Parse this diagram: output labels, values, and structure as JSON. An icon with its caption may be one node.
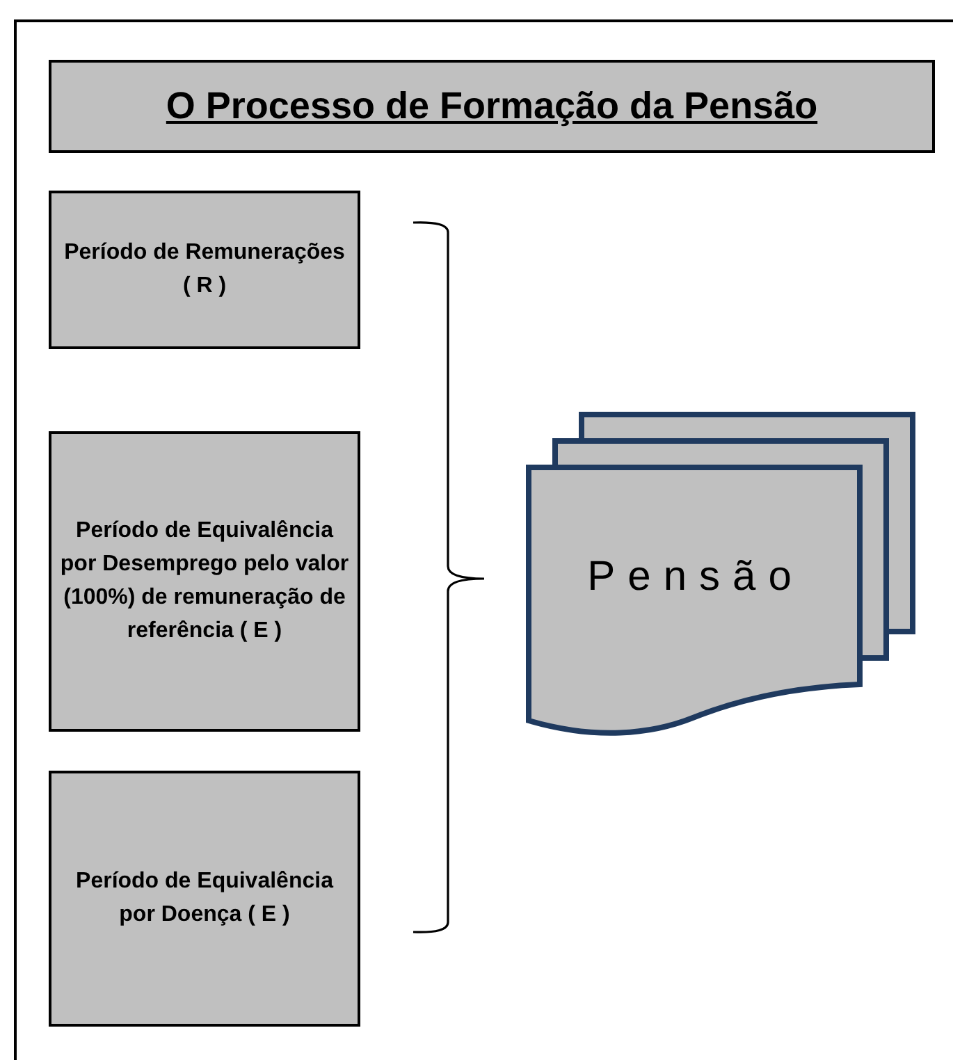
{
  "diagram": {
    "title": "O Processo de Formação da Pensão",
    "nodes": [
      {
        "text": [
          "Período de Remunerações ( R )"
        ]
      },
      {
        "text": [
          "Período de Equivalência por Desemprego pelo valor (100%) de remuneração de referência ( E )"
        ]
      },
      {
        "text": [
          "Período de Equivalência por Doença ( E )"
        ]
      },
      {
        "text": [
          "Pensão"
        ]
      }
    ]
  }
}
